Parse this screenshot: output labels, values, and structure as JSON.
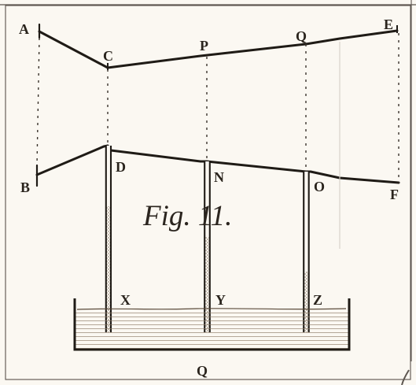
{
  "figure": {
    "title": "Fig. 11.",
    "labels": {
      "A": "A",
      "B": "B",
      "C": "C",
      "P": "P",
      "Q_top": "Q",
      "E": "E",
      "D": "D",
      "N": "N",
      "O": "O",
      "F": "F",
      "X": "X",
      "Y": "Y",
      "Z": "Z",
      "Q_bottom": "Q"
    }
  }
}
